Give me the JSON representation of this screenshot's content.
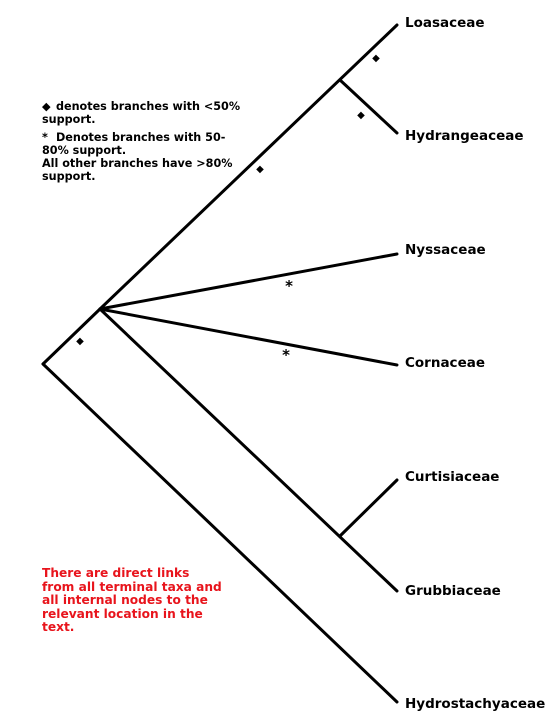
{
  "taxa": [
    {
      "id": "loasaceae",
      "label": "Loasaceae"
    },
    {
      "id": "hydrangeaceae",
      "label": "Hydrangeaceae"
    },
    {
      "id": "nyssaceae",
      "label": "Nyssaceae"
    },
    {
      "id": "cornaceae",
      "label": "Cornaceae"
    },
    {
      "id": "curtisiaceae",
      "label": "Curtisiaceae"
    },
    {
      "id": "grubbiaceae",
      "label": "Grubbiaceae"
    },
    {
      "id": "hydrostachyaceae",
      "label": "Hydrostachyaceae"
    }
  ],
  "legend": {
    "diamond_symbol": "◆",
    "diamond_text": "denotes branches with <50% support.",
    "star_symbol": "*",
    "star_text": "Denotes branches with 50-80% support.",
    "other_text": "All other branches have >80% support."
  },
  "support_marks": {
    "diamond": "◆",
    "star": "*"
  },
  "note": {
    "text": "There are direct links from all terminal taxa and all internal nodes to the relevant location in the text.",
    "color": "#e8141c"
  },
  "colors": {
    "line": "#000000",
    "text": "#000000"
  }
}
